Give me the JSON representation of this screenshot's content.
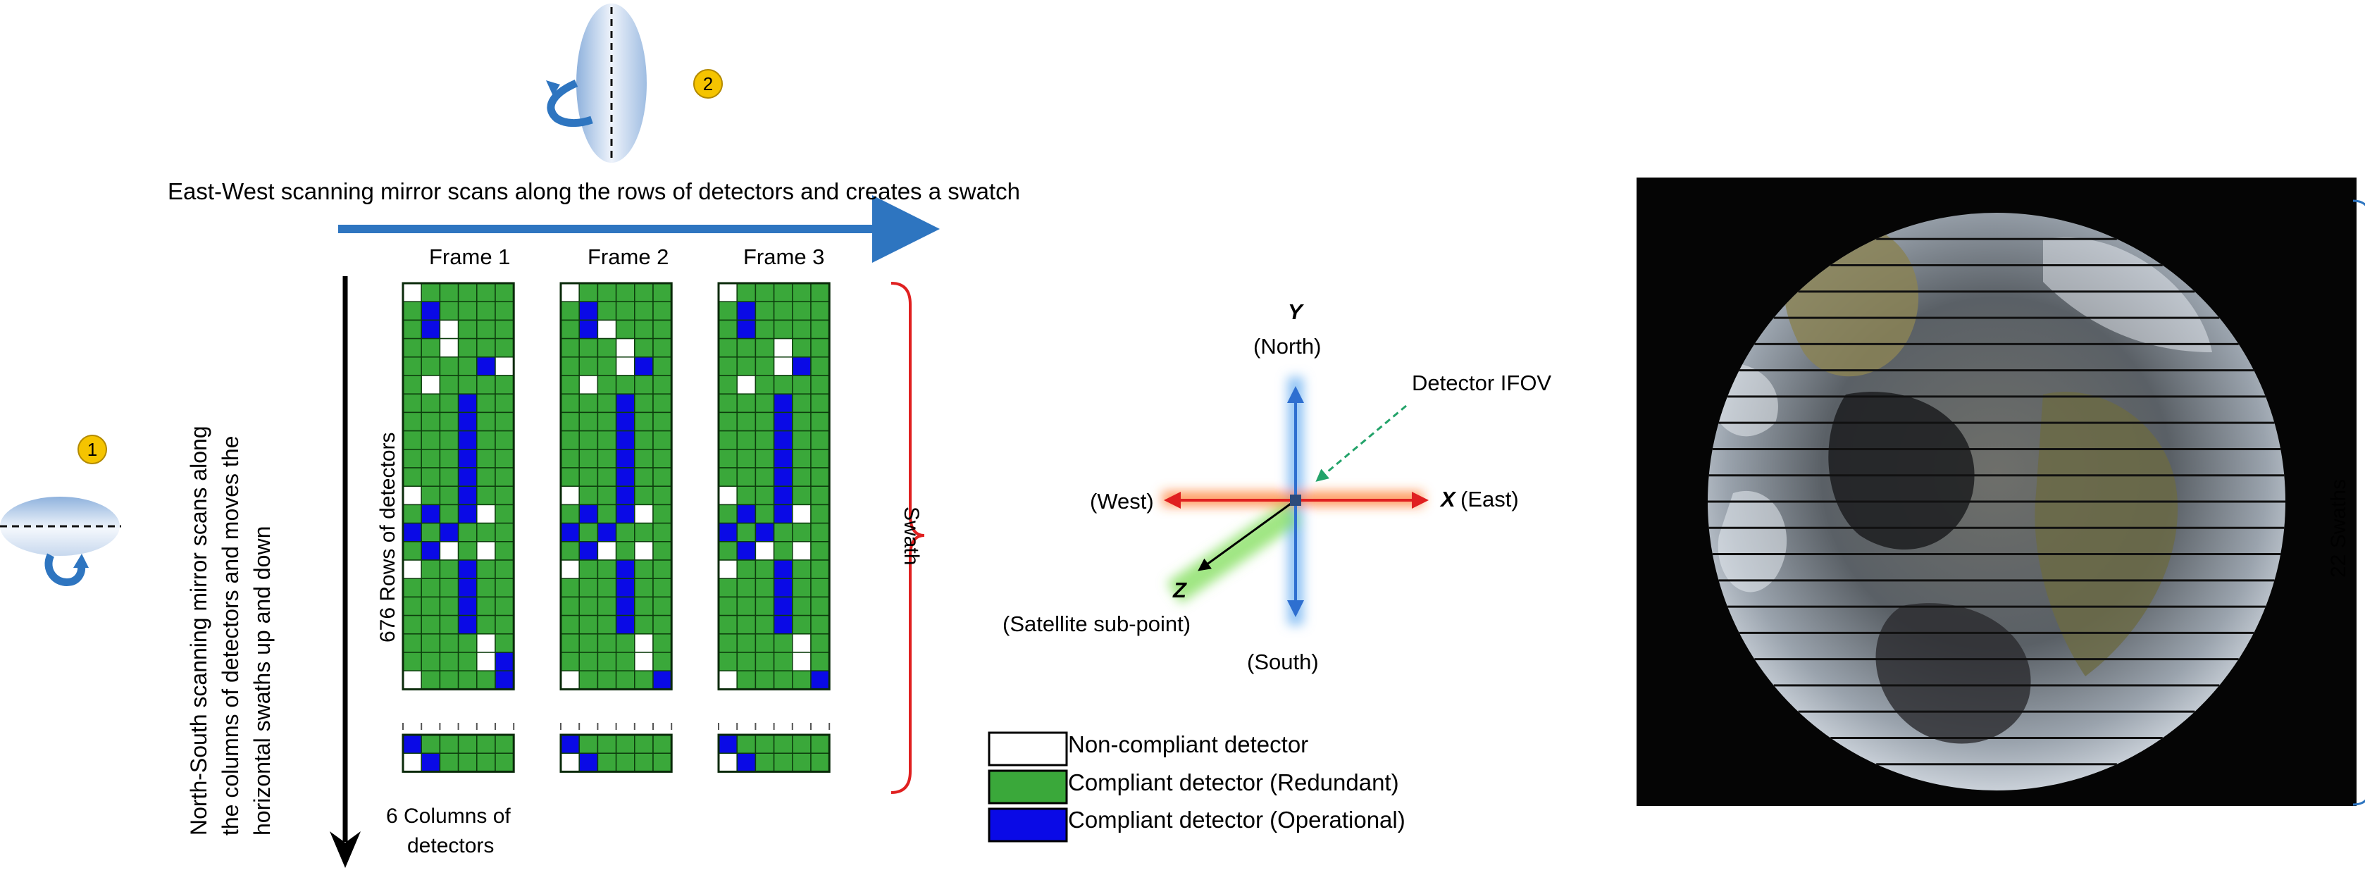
{
  "steps": {
    "ns": "1",
    "ew": "2"
  },
  "ew_caption": "East-West scanning mirror scans along the rows of detectors and creates a swatch",
  "ns_caption": [
    "North-South scanning mirror scans along",
    "the columns of detectors and moves the",
    "horizontal swaths up and down"
  ],
  "frames": [
    "Frame 1",
    "Frame 2",
    "Frame 3"
  ],
  "rows_label": "676 Rows of detectors",
  "columns_label": [
    "6 Columns of",
    "detectors"
  ],
  "swath_label": "Swath",
  "swaths_label": "22 Swaths",
  "axes": {
    "y_name": "Y",
    "y_dir": "(North)",
    "x_name": "X",
    "x_dir": "(East)",
    "west": "(West)",
    "south": "(South)",
    "z_name": "Z",
    "z_dir": "(Satellite sub-point)",
    "ifov": "Detector IFOV"
  },
  "legend": [
    {
      "label": "Non-compliant detector",
      "color": "#ffffff"
    },
    {
      "label": "Compliant detector (Redundant)",
      "color": "#3aa83a"
    },
    {
      "label": "Compliant detector (Operational)",
      "color": "#0a0ae6"
    }
  ],
  "colors": {
    "ew_arrow": "#2e75c0",
    "bracket": "#e02020",
    "green": "#3aa83a",
    "blue": "#0a0ae6",
    "badge": "#f5c400"
  },
  "detector_grid": {
    "frame1": {
      "top": [
        "W.....",
        ".B....",
        ".BW...",
        "..W...",
        "....BW",
        ".W....",
        "...B..",
        "...B..",
        "...B..",
        "...B..",
        "...B..",
        "W..B..",
        ".B.BW.",
        "B.B...",
        ".BW.W.",
        "W..B..",
        "...B..",
        "...B..",
        "...B..",
        "....W.",
        "....WB",
        "W....B"
      ],
      "bottom": [
        "B.....",
        "WB...."
      ]
    },
    "frame2": {
      "top": [
        "W.....",
        ".B....",
        ".BW...",
        "...W..",
        "...WB.",
        ".W....",
        "...B..",
        "...B..",
        "...B..",
        "...B..",
        "...B..",
        "W..B..",
        ".B.BW.",
        "B.B...",
        ".BW.W.",
        "W..B..",
        "...B..",
        "...B..",
        "...B..",
        "....W.",
        "....W.",
        "W....B"
      ],
      "bottom": [
        "B.....",
        "WB...."
      ]
    },
    "frame3": {
      "top": [
        "W.....",
        ".B....",
        ".B....",
        "...W..",
        "...WB.",
        ".W....",
        "...B..",
        "...B..",
        "...B..",
        "...B..",
        "...B..",
        "W..B..",
        ".B.BW.",
        "B.B...",
        ".BW.W.",
        "W..B..",
        "...B..",
        "...B..",
        "...B..",
        "....W.",
        "....W.",
        "W....B"
      ],
      "bottom": [
        "B.....",
        "WB...."
      ]
    }
  }
}
